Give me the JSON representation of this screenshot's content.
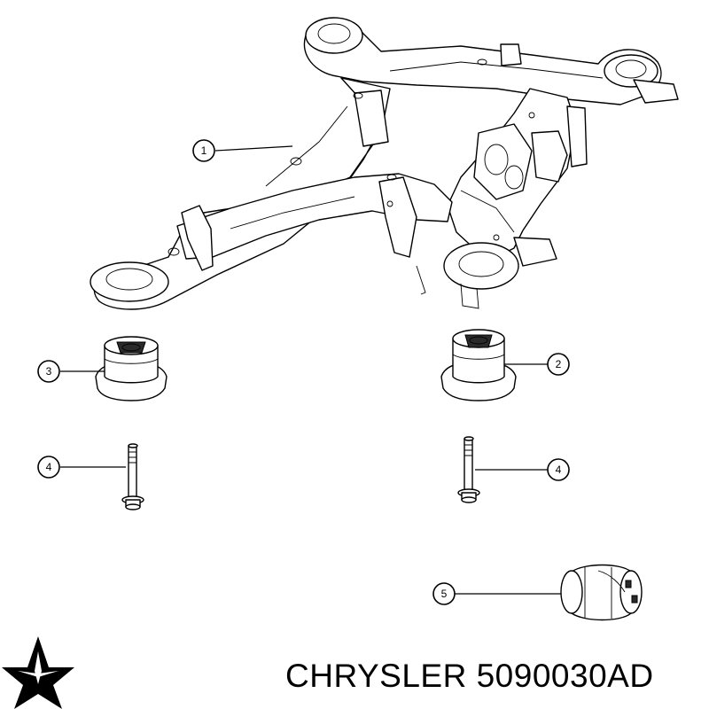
{
  "callouts": [
    {
      "number": "1",
      "part": "crossmember"
    },
    {
      "number": "2",
      "part": "bushing-right"
    },
    {
      "number": "3",
      "part": "bushing-left"
    },
    {
      "number": "4",
      "part": "bolt-left"
    },
    {
      "number": "4",
      "part": "bolt-right"
    },
    {
      "number": "5",
      "part": "isolator"
    }
  ],
  "footer": {
    "brand": "CHRYSLER",
    "part_number": "5090030AD"
  },
  "logo": {
    "name": "chrysler-pentastar-logo",
    "color": "#000000"
  }
}
